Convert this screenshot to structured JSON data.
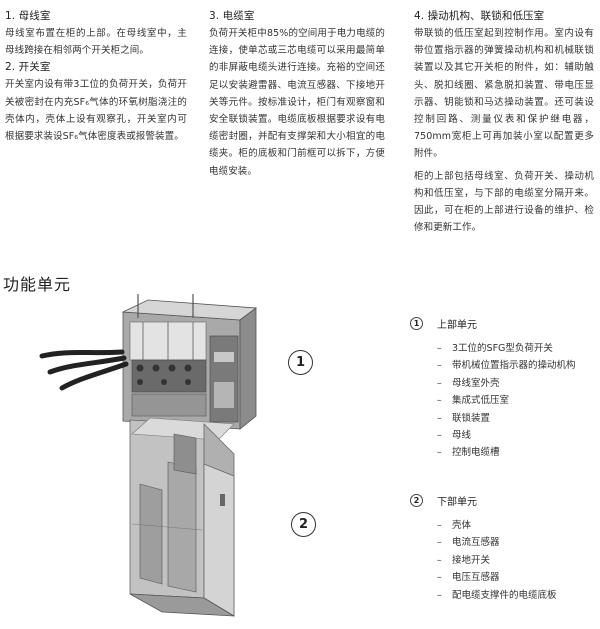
{
  "col1": {
    "h1": "1. 母线室",
    "p1": "母线室布置在柜的上部。在母线室中，主母线跨接在相邻两个开关柜之间。",
    "h2": "2. 开关室",
    "p2": "开关室内设有带3工位的负荷开关，负荷开关被密封在内充SF₆气体的环氧树脂浇注的壳体内，壳体上设有观察孔，开关室内可根据要求装设SF₆气体密度表或报警装置。"
  },
  "col2": {
    "h1": "3. 电缆室",
    "p1": "负荷开关柜中85%的空间用于电力电缆的连接，使单芯或三芯电缆可以采用最简单的非屏蔽电缆头进行连接。充裕的空间还足以安装避雷器、电流互感器、下接地开关等元件。按标准设计，柜门有观察窗和安全联锁装置。电缆底板根据要求设有电缆密封圈，并配有支撑架和大小相宜的电缆夹。柜的底板和门前框可以拆下，方便电缆安装。"
  },
  "col3": {
    "h1": "4. 操动机构、联锁和低压室",
    "p1": "带联锁的低压室起到控制作用。室内设有带位置指示器的弹簧操动机构和机械联锁装置以及其它开关柜的附件，如：辅助触头、脱扣线圈、紧急脱扣装置、带电压显示器、钥能锁和马达操动装置。还可装设控制回路、测量仪表和保护继电器，750mm宽柜上可再加装小室以配置更多附件。",
    "p2": "柜的上部包括母线室、负荷开关、操动机构和低压室，与下部的电缆室分隔开来。因此，可在柜的上部进行设备的维护、检修和更新工作。"
  },
  "section_title": "功能单元",
  "callouts": {
    "one": "1",
    "two": "2"
  },
  "upper": {
    "num": "1",
    "title": "上部单元",
    "items": [
      "3工位的SFG型负荷开关",
      "带机械位置指示器的操动机构",
      "母线室外壳",
      "集成式低压室",
      "联锁装置",
      "母线",
      "控制电缆槽"
    ]
  },
  "lower": {
    "num": "2",
    "title": "下部单元",
    "items": [
      "壳体",
      "电流互感器",
      "接地开关",
      "电压互感器",
      "配电缆支撑件的电缆底板"
    ]
  }
}
